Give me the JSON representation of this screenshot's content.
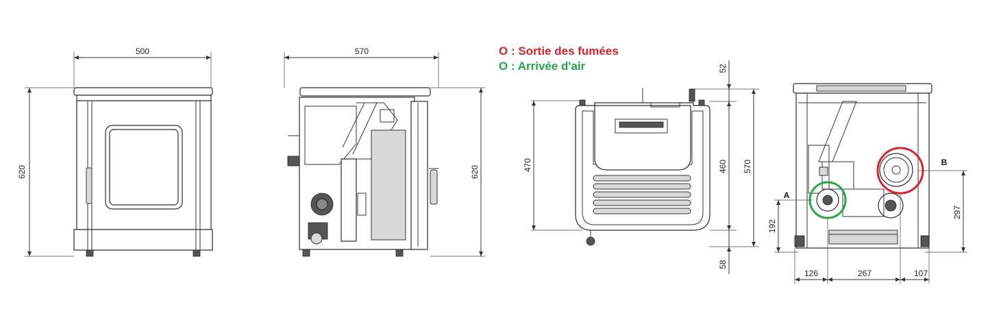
{
  "legend": {
    "smoke_outlet": {
      "marker": "O",
      "text": " : Sortie des fumées",
      "color": "#e0202a"
    },
    "air_inlet": {
      "marker": "O",
      "text": " : Arrivée d'air",
      "color": "#22a845"
    }
  },
  "front_view": {
    "width_label": "500",
    "height_label": "620"
  },
  "side_view": {
    "depth_label": "570",
    "height_label": "620"
  },
  "top_view": {
    "depth_label": "470",
    "top_offset_label": "52",
    "inner_label": "460",
    "total_label": "570",
    "bottom_offset_label": "58"
  },
  "rear_view": {
    "marker_a": "A",
    "marker_b": "B",
    "height_a_label": "192",
    "height_b_label": "297",
    "dist_left_label": "126",
    "dist_mid_label": "267",
    "dist_right_label": "107"
  }
}
